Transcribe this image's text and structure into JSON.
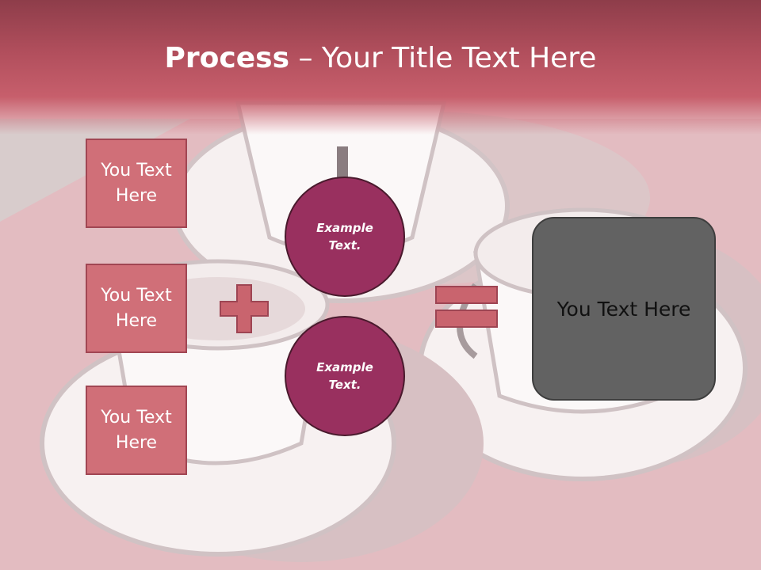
{
  "title": {
    "bold": "Process",
    "dash": " – ",
    "rest": "Your Title Text Here"
  },
  "steps": [
    {
      "label": "You Text Here"
    },
    {
      "label": "You Text Here"
    },
    {
      "label": "You Text Here"
    }
  ],
  "circles": [
    {
      "label": "Example Text."
    },
    {
      "label": "Example Text."
    }
  ],
  "result": {
    "label": "You Text Here"
  },
  "operators": {
    "plus": "plus-sign",
    "equals": "equals-sign"
  },
  "colors": {
    "header": "#c75f6c",
    "step_fill": "#d06f78",
    "step_border": "#a14653",
    "circle_fill": "#99305f",
    "result_fill": "#626262",
    "operator_fill": "#c9646e"
  }
}
